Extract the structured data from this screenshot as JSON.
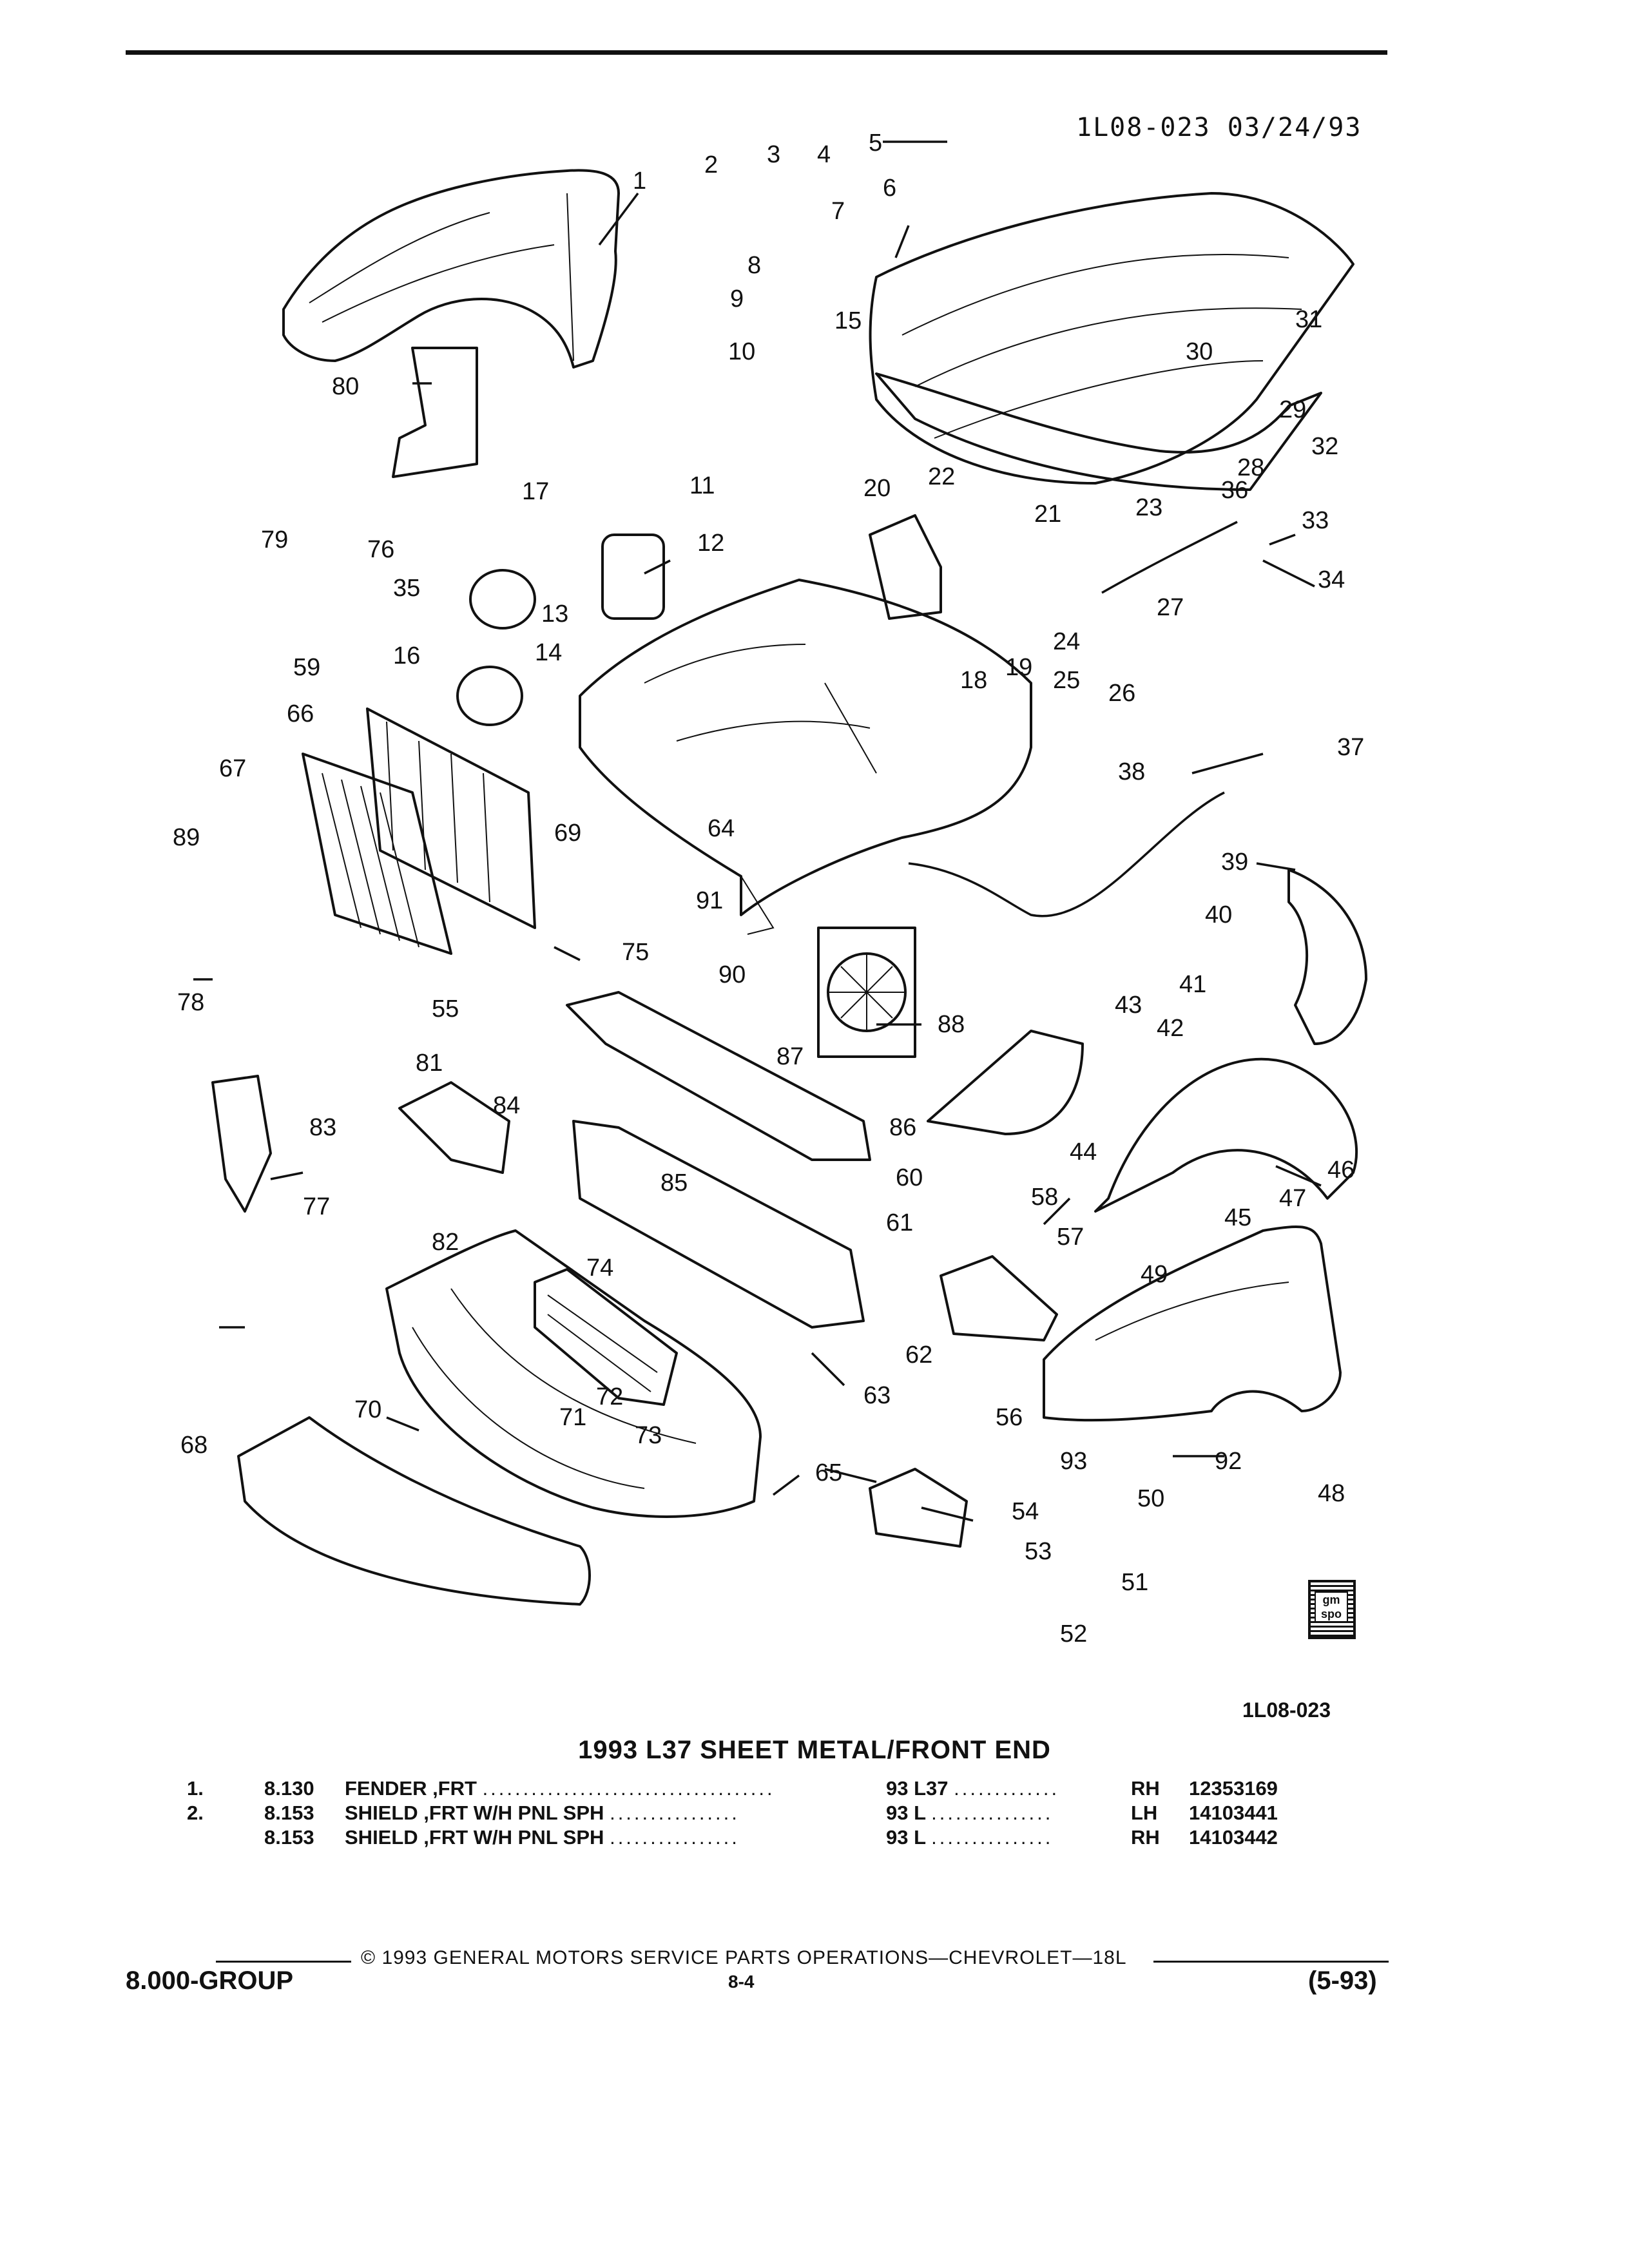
{
  "drawing": {
    "header_id": "1L08-023 03/24/93",
    "footer_id": "1L08-023",
    "callouts": [
      "1",
      "2",
      "3",
      "4",
      "5",
      "6",
      "7",
      "8",
      "9",
      "10",
      "11",
      "12",
      "13",
      "14",
      "15",
      "16",
      "17",
      "18",
      "19",
      "20",
      "21",
      "22",
      "23",
      "24",
      "25",
      "26",
      "27",
      "28",
      "29",
      "30",
      "31",
      "32",
      "33",
      "34",
      "35",
      "36",
      "37",
      "38",
      "39",
      "40",
      "41",
      "42",
      "43",
      "44",
      "45",
      "46",
      "47",
      "48",
      "49",
      "50",
      "51",
      "52",
      "53",
      "54",
      "55",
      "56",
      "57",
      "58",
      "59",
      "60",
      "61",
      "62",
      "63",
      "64",
      "65",
      "66",
      "67",
      "68",
      "69",
      "70",
      "71",
      "72",
      "73",
      "74",
      "75",
      "76",
      "77",
      "78",
      "79",
      "80",
      "81",
      "82",
      "83",
      "84",
      "85",
      "86",
      "87",
      "88",
      "89",
      "90",
      "91",
      "92",
      "93"
    ]
  },
  "catalog": {
    "title": "1993 L37 SHEET METAL/FRONT END",
    "rows": [
      {
        "item": "1.",
        "group": "8.130",
        "desc": "FENDER ,FRT",
        "model": "93  L37",
        "side": "RH",
        "part_no": "12353169"
      },
      {
        "item": "2.",
        "group": "8.153",
        "desc": "SHIELD ,FRT W/H PNL SPH",
        "model": "93  L",
        "side": "LH",
        "part_no": "14103441"
      },
      {
        "item": "",
        "group": "8.153",
        "desc": "SHIELD ,FRT W/H PNL SPH",
        "model": "93  L",
        "side": "RH",
        "part_no": "14103442"
      }
    ]
  },
  "footer": {
    "copyright": "© 1993 GENERAL MOTORS SERVICE PARTS OPERATIONS—CHEVROLET—18L",
    "group": "8.000-GROUP",
    "page": "8-4",
    "date": "(5-93)"
  },
  "logo_text": "gm spo"
}
